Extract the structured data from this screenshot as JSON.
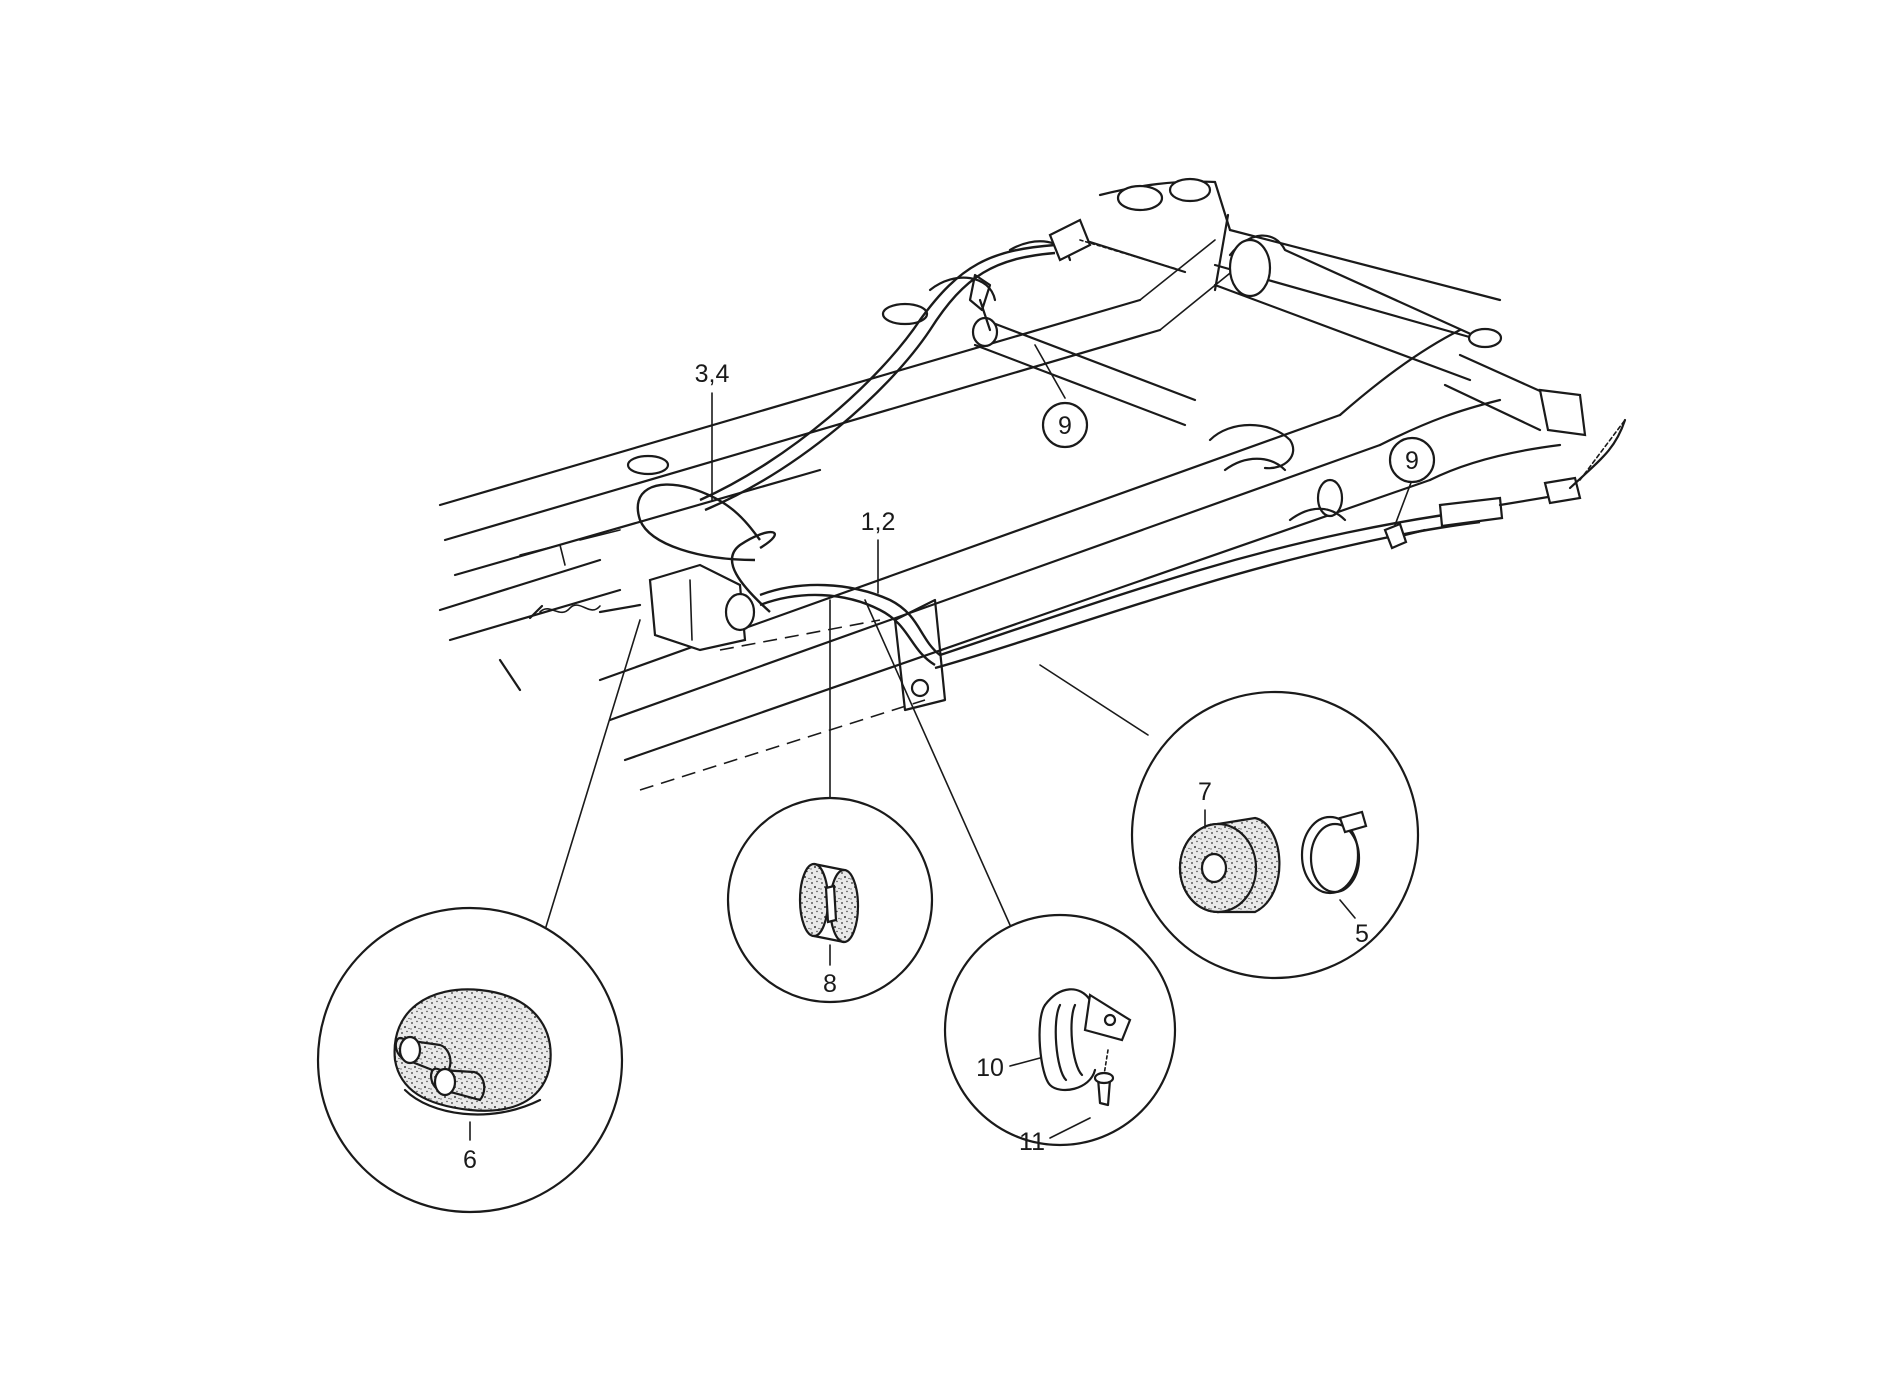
{
  "callouts": {
    "cable_front": "3,4",
    "cable_rear": "1,2",
    "bolt_upper": "9",
    "bolt_right": "9",
    "hose_clamp": "5",
    "cable_guide_double": "6",
    "grommet_round": "7",
    "grommet_small": "8",
    "clip": "10",
    "screw": "11"
  },
  "icons": {
    "bolt_upper": "circled-number",
    "bolt_right": "circled-number"
  }
}
